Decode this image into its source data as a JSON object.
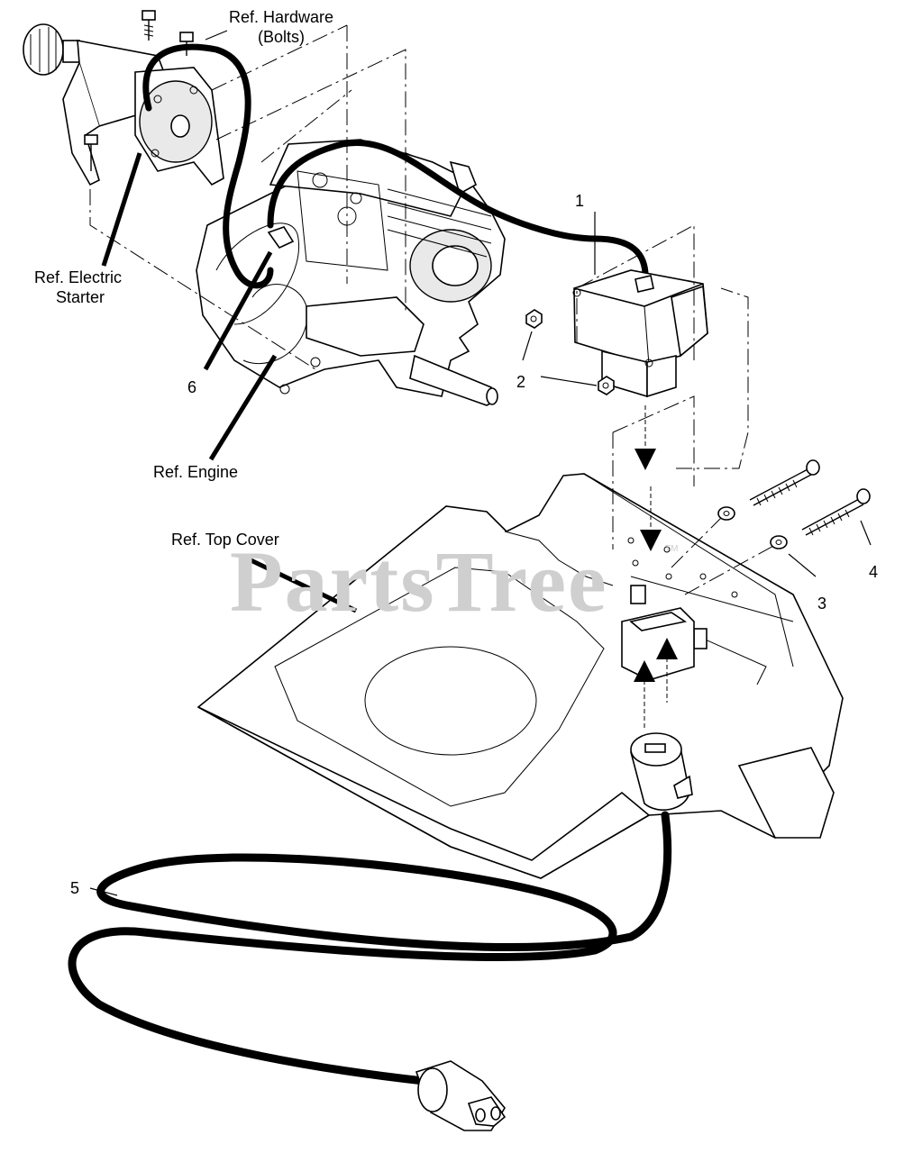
{
  "labels": {
    "ref_hardware_line1": "Ref. Hardware",
    "ref_hardware_line2": "(Bolts)",
    "ref_electric_line1": "Ref. Electric",
    "ref_electric_line2": "Starter",
    "ref_engine": "Ref. Engine",
    "ref_top_cover": "Ref. Top Cover"
  },
  "callouts": {
    "part1": "1",
    "part2": "2",
    "part3": "3",
    "part4": "4",
    "part5": "5",
    "part6": "6"
  },
  "watermark": {
    "text": "PartsTree",
    "tm": "TM"
  }
}
